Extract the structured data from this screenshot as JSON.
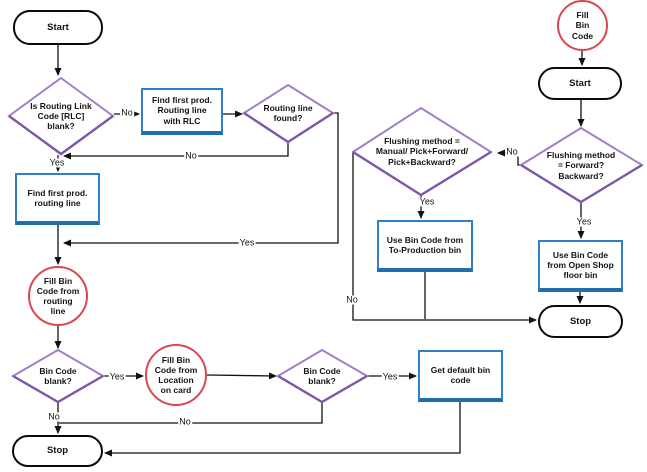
{
  "labels": {
    "yes": "Yes",
    "no": "No"
  },
  "nodes": {
    "start_left": {
      "type": "terminator",
      "label": "Start"
    },
    "rlc_blank": {
      "type": "decision",
      "label": "Is Routing Link\nCode [RLC]\nblank?"
    },
    "find_rlc": {
      "type": "process",
      "label": "Find first prod.\nRouting line\nwith RLC"
    },
    "routing_found": {
      "type": "decision",
      "label": "Routing line\nfound?"
    },
    "find_first": {
      "type": "process",
      "label": "Find first prod.\nrouting line"
    },
    "fill_routing": {
      "type": "connector",
      "label": "Fill Bin\nCode from\nrouting\nline"
    },
    "bin_blank_1": {
      "type": "decision",
      "label": "Bin Code\nblank?"
    },
    "fill_location": {
      "type": "connector",
      "label": "Fill Bin\nCode from\nLocation\non card"
    },
    "bin_blank_2": {
      "type": "decision",
      "label": "Bin Code\nblank?"
    },
    "get_default": {
      "type": "process",
      "label": "Get default bin\ncode"
    },
    "stop_left": {
      "type": "terminator",
      "label": "Stop"
    },
    "fill_bin_code": {
      "type": "connector",
      "label": "Fill\nBin\nCode"
    },
    "start_right": {
      "type": "terminator",
      "label": "Start"
    },
    "flushing_forward": {
      "type": "decision",
      "label": "Flushing method\n= Forward?\nBackward?"
    },
    "flushing_manual": {
      "type": "decision",
      "label": "Flushing method =\nManual/ Pick+Forward/\nPick+Backward?"
    },
    "use_to_production": {
      "type": "process",
      "label": "Use Bin Code from\nTo-Production bin"
    },
    "use_open_shop": {
      "type": "process",
      "label": "Use Bin Code\nfrom Open Shop\nfloor bin"
    },
    "stop_right": {
      "type": "terminator",
      "label": "Stop"
    }
  },
  "colors": {
    "decision_border": "#A27EC6",
    "decision_border_dark": "#7D58A8",
    "process_border": "#2E81C4",
    "process_border_dark": "#1E6FB0",
    "connector_border": "#D9484E",
    "terminator_border": "#0A0A0A",
    "line": "#111111",
    "text": "#141414",
    "background": "#FFFFFF"
  }
}
